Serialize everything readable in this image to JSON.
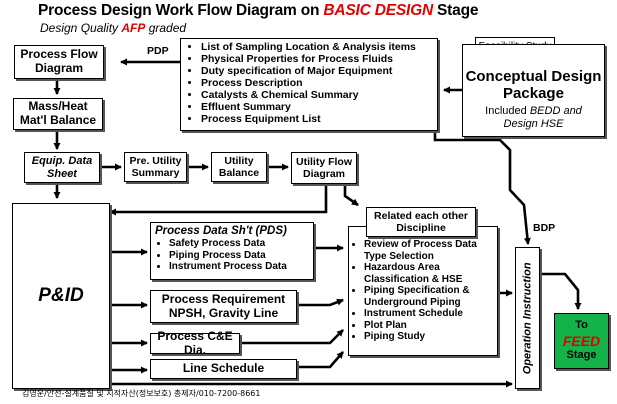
{
  "title": {
    "part1": "Process Design Work Flow Diagram on ",
    "part2": "BASIC DESIGN",
    "part3": " Stage"
  },
  "subtitle": {
    "part1": "Design Quality ",
    "part2": "AFP",
    "part3": " graded"
  },
  "boxes": {
    "pfd": "Process Flow Diagram",
    "mass_heat": "Mass/Heat Mat'l Balance",
    "equip_data_sheet": "Equip. Data Sheet",
    "pre_utility": "Pre. Utility Summary",
    "utility_balance": "Utility Balance",
    "utility_flow": "Utility Flow Diagram",
    "feasibility": "Feasibility Study",
    "pid": "P&ID",
    "process_requirement_line1": "Process Requirement",
    "process_requirement_line2": "NPSH,  Gravity  Line",
    "process_ce": "Process C&E  Dia.",
    "line_schedule": "Line  Schedule",
    "related_discipline": "Related each other Discipline",
    "operation_instruction": "Operation  Instruction"
  },
  "conceptual": {
    "title": "Conceptual Design Package",
    "included_prefix": "Included ",
    "included_item1": "BEDD and",
    "included_item2": "Design HSE"
  },
  "pdp_items": [
    "List of Sampling Location & Analysis items",
    "Physical Properties for Process Fluids",
    "Duty specification of Major Equipment",
    "Process Description",
    "Catalysts & Chemical Summary",
    "Effluent Summary",
    "Process Equipment List"
  ],
  "pds": {
    "title": "Process  Data Sh't (PDS)",
    "items": [
      "Safety Process Data",
      "Piping Process Data",
      "Instrument Process Data"
    ]
  },
  "review_items": [
    "Review of Process Data Type Selection",
    "Hazardous Area Classification & HSE",
    "Piping Specification & Underground Piping",
    "Instrument Schedule",
    "Plot Plan",
    "Piping Study"
  ],
  "feed": {
    "to": "To",
    "feed": "FEED",
    "stage": "Stage"
  },
  "labels": {
    "pdp": "PDP",
    "bdp": "BDP"
  },
  "footer": "김영운/안전-설계품질 및 지적자산(정보보호) 총제자/010-7200-8661",
  "colors": {
    "accent_red": "#e00000",
    "feed_green": "#14b34a"
  }
}
